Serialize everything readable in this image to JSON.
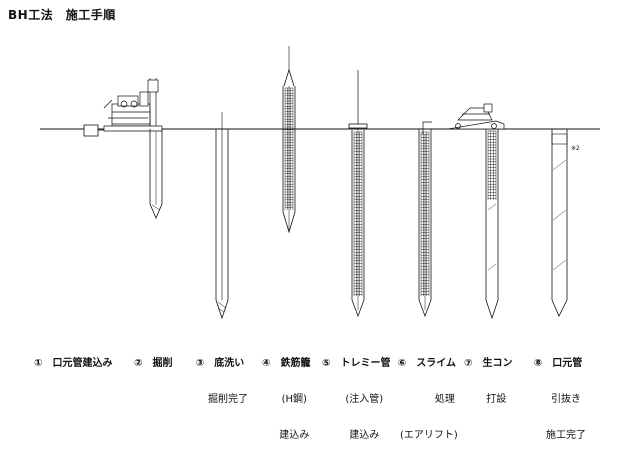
{
  "title": "BH工法　施工手順",
  "steps": [
    {
      "number": "①",
      "lines": [
        "口元管建込み"
      ]
    },
    {
      "number": "②",
      "lines": [
        "掘削"
      ]
    },
    {
      "number": "③",
      "lines": [
        "底洗い",
        "掘削完了"
      ]
    },
    {
      "number": "④",
      "lines": [
        "鉄筋籠",
        "(H鋼)",
        "建込み"
      ]
    },
    {
      "number": "⑤",
      "lines": [
        "トレミー管",
        "(注入管)",
        "建込み"
      ]
    },
    {
      "number": "⑥",
      "lines": [
        "スライム",
        "処理",
        "(エアリフト)"
      ]
    },
    {
      "number": "⑦",
      "lines": [
        "生コン",
        "打設"
      ]
    },
    {
      "number": "⑧",
      "lines": [
        "口元管",
        "引抜き",
        "施工完了"
      ]
    }
  ],
  "annotations": {
    "small_mark": "※2"
  },
  "colors": {
    "line": "#111111",
    "background": "#ffffff"
  }
}
